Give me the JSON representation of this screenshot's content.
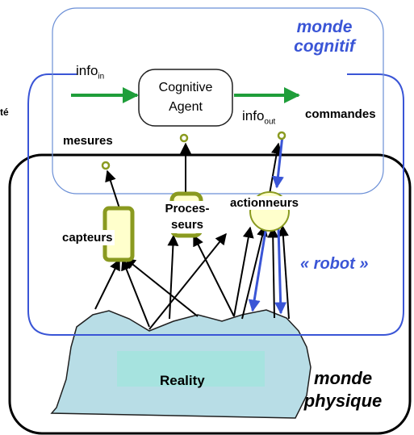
{
  "cognitive_world": {
    "line1": "monde",
    "line2": "cognitif"
  },
  "agent": {
    "line1": "Cognitive",
    "line2": "Agent"
  },
  "info_in": {
    "base": "info",
    "sub": "in"
  },
  "info_out": {
    "base": "info",
    "sub": "out"
  },
  "commands": "commandes",
  "cut_text": "té",
  "measures": "mesures",
  "actuators": "actionneurs",
  "processors": {
    "line1": "Proces-",
    "line2": "seurs"
  },
  "sensors": "capteurs",
  "robot": "« robot »",
  "reality": "Reality",
  "physical_world": {
    "line1": "monde",
    "line2": "physique"
  },
  "colors": {
    "cognitive_border": "#6b8fd6",
    "robot_border": "#3a55d6",
    "physical_border": "#000000",
    "arrow_green": "#1f9e3a",
    "arrow_blue": "#3a55d6",
    "terrain_fill": "#b8dde6",
    "reality_fill": "#a6e3df",
    "node_fill": "#ffffcc",
    "node_stroke": "#8a9a20"
  }
}
